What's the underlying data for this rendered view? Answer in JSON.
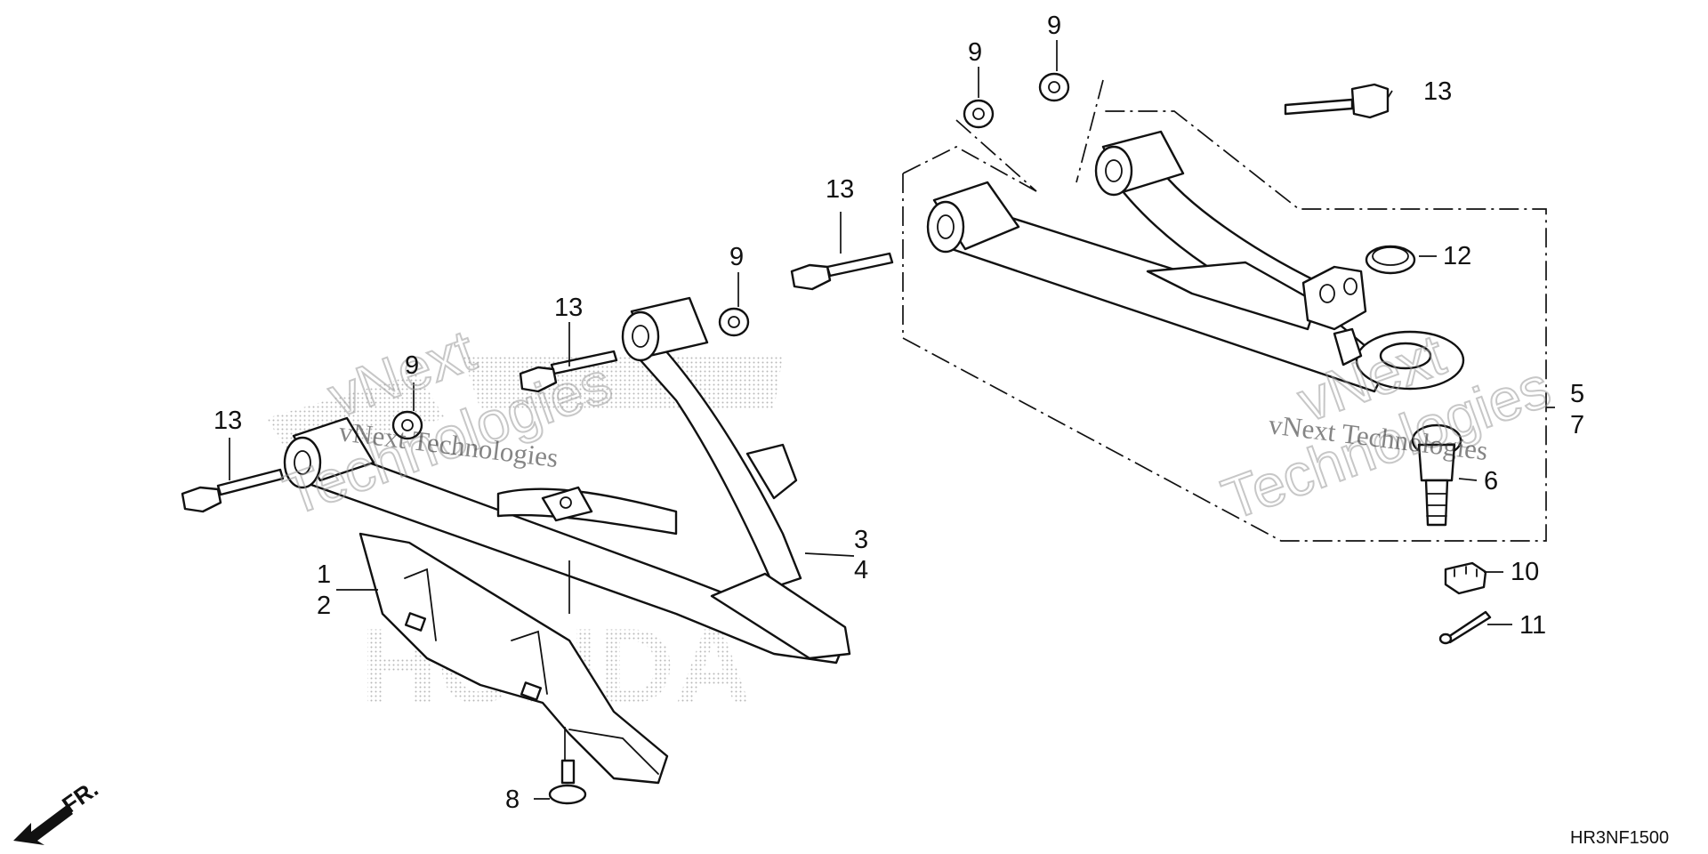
{
  "callouts": {
    "c1": "1",
    "c2": "2",
    "c3": "3",
    "c4": "4",
    "c5": "5",
    "c6": "6",
    "c7": "7",
    "c8": "8",
    "c9a": "9",
    "c9b": "9",
    "c9c": "9",
    "c9d": "9",
    "c10": "10",
    "c11": "11",
    "c12": "12",
    "c13a": "13",
    "c13b": "13",
    "c13c": "13",
    "c13d": "13"
  },
  "direction_label": "FR.",
  "diagram_code": "HR3NF1500",
  "watermarks": {
    "left_caption": "vNext Technologies",
    "left_word_1": "vNext",
    "left_word_2": "Technologies",
    "right_caption": "vNext Technologies",
    "right_word_1": "vNext",
    "right_word_2": "Technologies",
    "logo_text": "HONDA"
  }
}
